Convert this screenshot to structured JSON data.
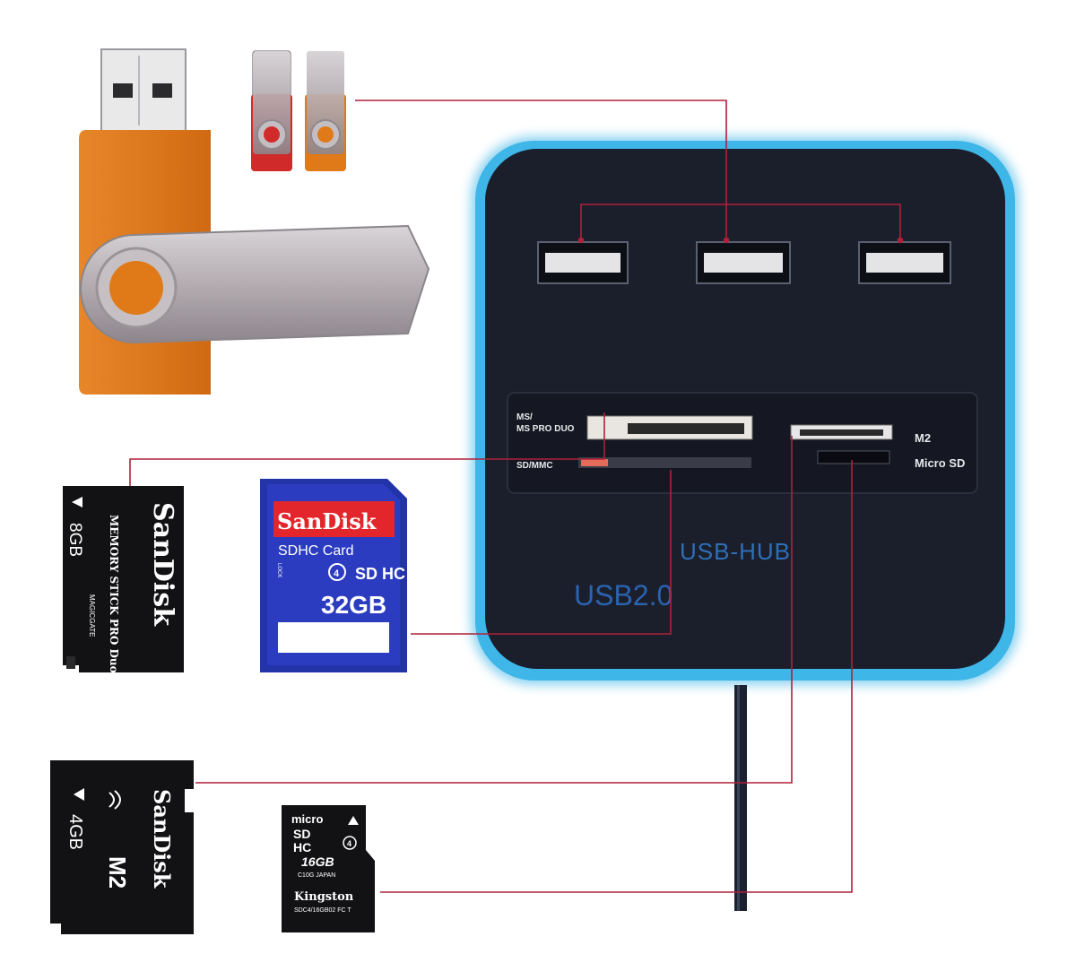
{
  "hub": {
    "slot_ms_label_1": "MS/",
    "slot_ms_label_2": "MS PRO DUO",
    "slot_sd_label": "SD/MMC",
    "slot_m2_label": "M2",
    "slot_microsd_label": "Micro SD",
    "brand_hub": "USB-HUB",
    "brand_usb": "USB2.0",
    "glow_color": "#3fb6e8",
    "body_color": "#1b1f2c"
  },
  "memory_stick": {
    "capacity": "8GB",
    "brand": "SanDisk",
    "line1": "MEMORY STICK PRO Duo",
    "line2": "MAGICGATE"
  },
  "sd_card": {
    "brand": "SanDisk",
    "type": "SDHC Card",
    "class": "4",
    "logo": "SD HC",
    "lock": "LOCK",
    "capacity": "32GB"
  },
  "m2_card": {
    "capacity": "4GB",
    "brand": "SanDisk",
    "type": "M2"
  },
  "microsd_card": {
    "logo_top": "micro",
    "logo_mid": "SD",
    "logo_hc": "HC",
    "class": "4",
    "capacity": "16GB",
    "origin": "C10G  JAPAN",
    "brand": "Kingston",
    "model": "SDC4/16GB02 FC T"
  },
  "colors": {
    "connector_line": "#b0203a",
    "orange": "#e07a18",
    "red_drive": "#d12a2a",
    "sd_blue": "#2333a8",
    "sd_red": "#e2262b"
  }
}
